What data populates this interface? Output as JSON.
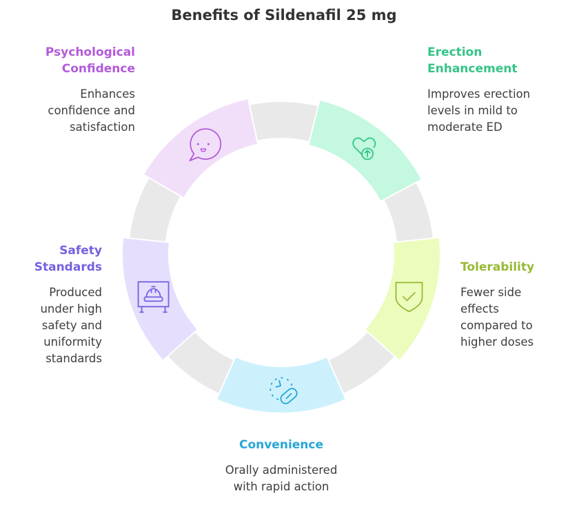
{
  "title": "Benefits of Sildenafil 25 mg",
  "items": [
    {
      "heading": [
        "Erection",
        "Enhancement"
      ],
      "desc": [
        "Improves erection",
        "levels in mild to",
        "moderate ED"
      ],
      "icon": "heart-arrow-up-icon",
      "color": "#35c486",
      "fill": "#c4f8e0"
    },
    {
      "heading": [
        "Tolerability"
      ],
      "desc": [
        "Fewer side",
        "effects",
        "compared to",
        "higher doses"
      ],
      "icon": "shield-check-icon",
      "color": "#98b936",
      "fill": "#ebfcbc"
    },
    {
      "heading": [
        "Convenience"
      ],
      "desc": [
        "Orally administered",
        "with rapid action"
      ],
      "icon": "clock-pill-icon",
      "color": "#25a6d6",
      "fill": "#cdf1fc"
    },
    {
      "heading": [
        "Safety",
        "Standards"
      ],
      "desc": [
        "Produced",
        "under high",
        "safety and",
        "uniformity",
        "standards"
      ],
      "icon": "hard-hat-board-icon",
      "color": "#7560e0",
      "fill": "#e5defd"
    },
    {
      "heading": [
        "Psychological",
        "Confidence"
      ],
      "desc": [
        "Enhances",
        "confidence and",
        "satisfaction"
      ],
      "icon": "smiley-speech-bubble-icon",
      "color": "#b35ad9",
      "fill": "#f1dffa"
    }
  ]
}
